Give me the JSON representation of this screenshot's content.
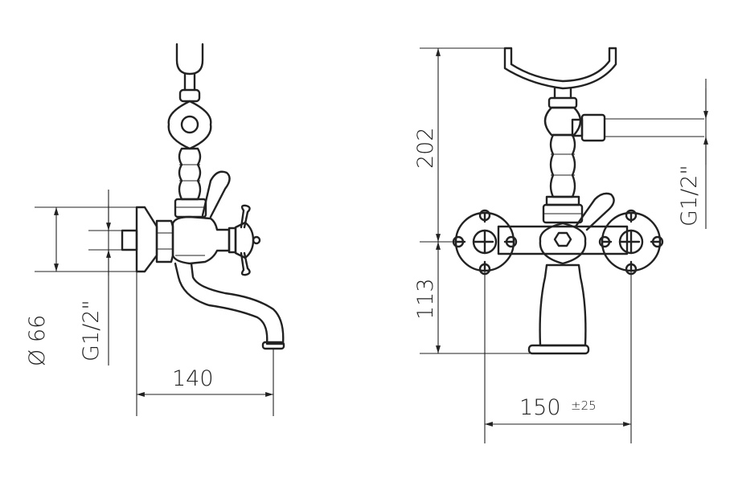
{
  "side_view": {
    "diameter": "Ø 66",
    "thread": "G1/2\"",
    "width": "140"
  },
  "front_view": {
    "height_upper": "202",
    "height_lower": "113",
    "thread": "G1/2\"",
    "spacing": "150",
    "spacing_tolerance": "±25"
  }
}
